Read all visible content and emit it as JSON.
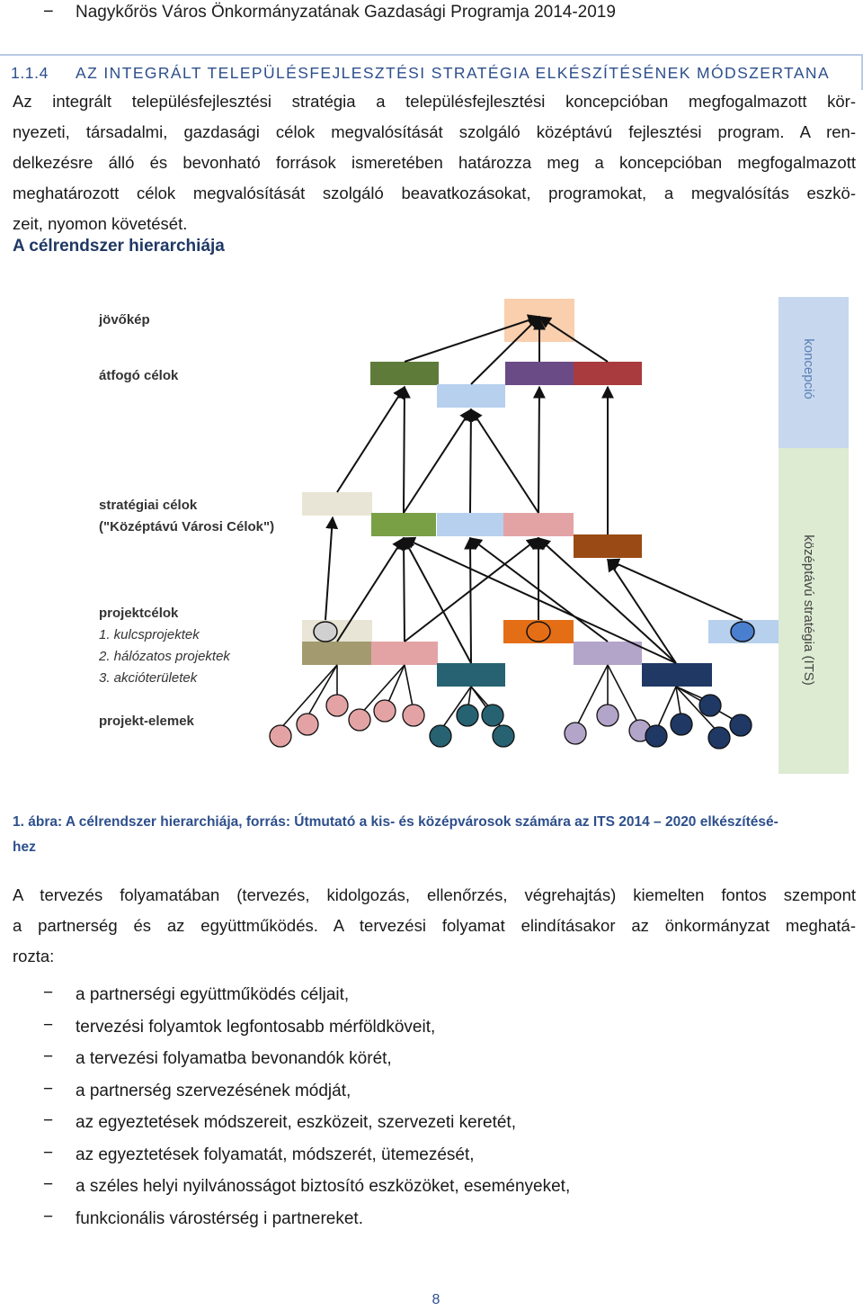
{
  "header": {
    "dash": "−",
    "title": "Nagykőrös Város Önkormányzatának Gazdasági Programja 2014-2019"
  },
  "section": {
    "number": "1.1.4",
    "title": "AZ INTEGRÁLT TELEPÜLÉSFEJLESZTÉSI STRATÉGIA ELKÉSZÍTÉSÉNEK MÓDSZERTANA"
  },
  "intro_lines": [
    "Az integrált településfejlesztési stratégia a településfejlesztési koncepcióban megfogalmazott kör-",
    "nyezeti, társadalmi, gazdasági célok megvalósítását szolgáló középtávú fejlesztési program. A ren-",
    "delkezésre álló és bevonható források ismeretében határozza meg a koncepcióban megfogalmazott",
    "meghatározott célok megvalósítását szolgáló beavatkozásokat, programokat, a megvalósítás eszkö-",
    "zeit, nyomon követését."
  ],
  "subtitle": "A célrendszer hierarchiája",
  "diagram": {
    "levels": {
      "jovokep": "jövőkép",
      "atfogo": "átfogó célok",
      "strategiai": "stratégiai célok",
      "strategiai_sub": "(\"Középtávú Városi Célok\")",
      "projektcelok": "projektcélok",
      "kulcs": "1. kulcsprojektek",
      "halozatos": "2. hálózatos projektek",
      "akcio": "3. akcióterületek",
      "elemek": "projekt-elemek"
    },
    "side_labels": {
      "koncepcio": "koncepció",
      "its": "középtávú stratégia (ITS)"
    },
    "colors": {
      "vision": "#f9cfae",
      "olive": "#5f7b3a",
      "light_blue": "#b7d0ee",
      "purple": "#6a4b86",
      "red": "#a93a3d",
      "green": "#7aa046",
      "pink": "#e3a3a5",
      "brown": "#9a4a14",
      "beige": "#e9e5d6",
      "tan": "#a39a6f",
      "orange": "#e46e16",
      "lavender": "#b3a4c9",
      "teal": "#266272",
      "navy": "#1f3864",
      "sidebar_top": "#c7d8ee",
      "sidebar_bottom": "#dcebd2"
    }
  },
  "caption_lines": [
    "1. ábra: A célrendszer hierarchiája, forrás: Útmutató a kis- és középvárosok számára az ITS 2014 – 2020 elkészítésé-",
    "hez"
  ],
  "body_lines": [
    "A tervezés folyamatában (tervezés, kidolgozás, ellenőrzés, végrehajtás) kiemelten fontos szempont",
    "a partnerség és az együttműködés. A tervezési folyamat elindításakor az önkormányzat meghatá-",
    "rozta:"
  ],
  "bullets": [
    "a partnerségi együttműködés céljait,",
    "tervezési folyamtok legfontosabb mérföldköveit,",
    "a tervezési folyamatba bevonandók körét,",
    "a partnerség szervezésének módját,",
    "az egyeztetések módszereit, eszközeit, szervezeti keretét,",
    "az egyeztetések folyamatát, módszerét, ütemezését,",
    "a széles helyi nyilvánosságot biztosító eszközöket, eseményeket,",
    "funkcionális várostérség i partnereket."
  ],
  "bullet_dash": "−",
  "page_number": "8"
}
